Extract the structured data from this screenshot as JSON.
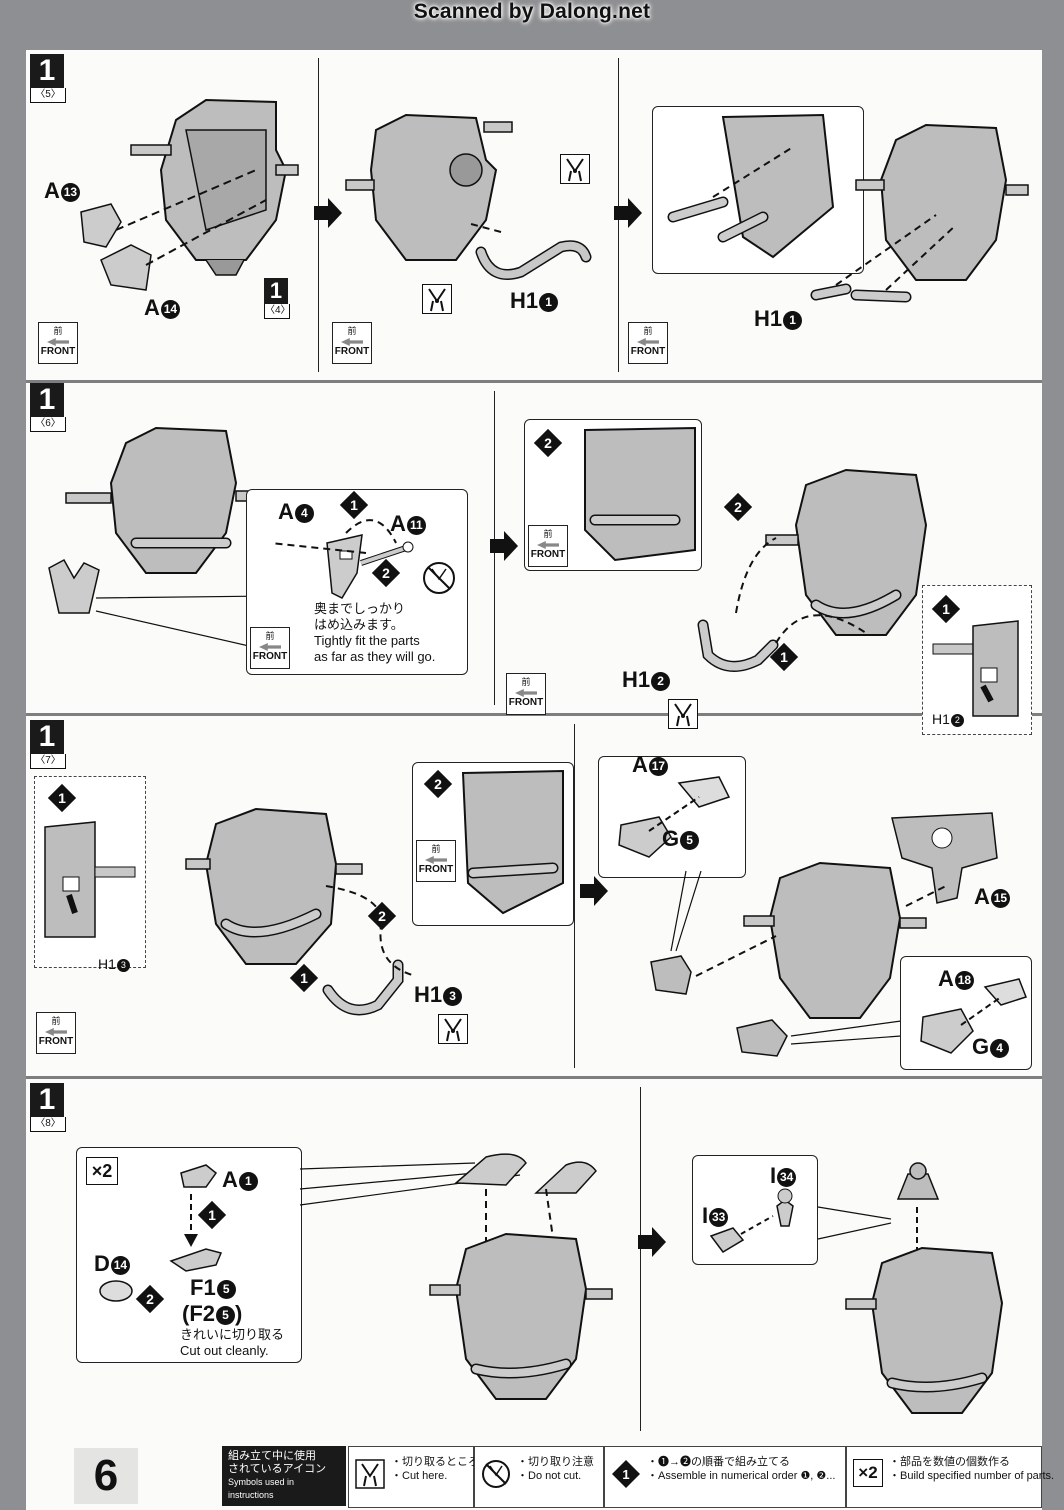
{
  "watermark": "Scanned by Dalong.net",
  "page_number": "6",
  "rows": [
    {
      "step": "1",
      "sub": "〈5〉"
    },
    {
      "step": "1",
      "sub": "〈6〉"
    },
    {
      "step": "1",
      "sub": "〈7〉"
    },
    {
      "step": "1",
      "sub": "〈8〉"
    }
  ],
  "front_label": {
    "jp": "前",
    "en": "FRONT"
  },
  "ref_step": {
    "step": "1",
    "sub": "〈4〉"
  },
  "parts": {
    "A13": {
      "letter": "A",
      "num": "13"
    },
    "A14": {
      "letter": "A",
      "num": "14"
    },
    "H1_1": {
      "letter": "H1",
      "num": "1"
    },
    "A4": {
      "letter": "A",
      "num": "4"
    },
    "A11": {
      "letter": "A",
      "num": "11"
    },
    "H1_2": {
      "letter": "H1",
      "num": "2"
    },
    "H1_3": {
      "letter": "H1",
      "num": "3"
    },
    "A17": {
      "letter": "A",
      "num": "17"
    },
    "G5": {
      "letter": "G",
      "num": "5"
    },
    "A15": {
      "letter": "A",
      "num": "15"
    },
    "A18": {
      "letter": "A",
      "num": "18"
    },
    "G4": {
      "letter": "G",
      "num": "4"
    },
    "A1": {
      "letter": "A",
      "num": "1"
    },
    "D14": {
      "letter": "D",
      "num": "14"
    },
    "F1_5": {
      "letter": "F1",
      "num": "5"
    },
    "F2_5": {
      "letter": "(F2",
      "num": "5",
      "close": ")"
    },
    "I34": {
      "letter": "I",
      "num": "34"
    },
    "I33": {
      "letter": "I",
      "num": "33"
    }
  },
  "order": {
    "one": "1",
    "two": "2"
  },
  "note_fit": {
    "jp1": "奥までしっかり",
    "jp2": "はめ込みます。",
    "en1": "Tightly fit the parts",
    "en2": "as far as they will go."
  },
  "note_clean": {
    "jp": "きれいに切り取る",
    "en": "Cut out cleanly."
  },
  "multiplier": "×2",
  "legend": {
    "title_jp1": "組み立て中に使用",
    "title_jp2": "されているアイコン",
    "title_en": "Symbols used in instructions",
    "items": [
      {
        "icon": "nipper-icon",
        "jp": "・切り取るところ",
        "en": "・Cut here."
      },
      {
        "icon": "no-cut-icon",
        "jp": "・切り取り注意",
        "en": "・Do not cut."
      },
      {
        "icon": "order-icon",
        "jp": "・❶→❷の順番で組み立てる",
        "en": "・Assemble in numerical order ❶, ❷..."
      },
      {
        "icon": "multiply-icon",
        "jp": "・部品を数値の個数作る",
        "en": "・Build specified number of parts."
      }
    ]
  },
  "colors": {
    "background": "#8e8f92",
    "sheet": "#fbfbf9",
    "ink": "#111111",
    "part_fill": "#bdbdbd"
  }
}
